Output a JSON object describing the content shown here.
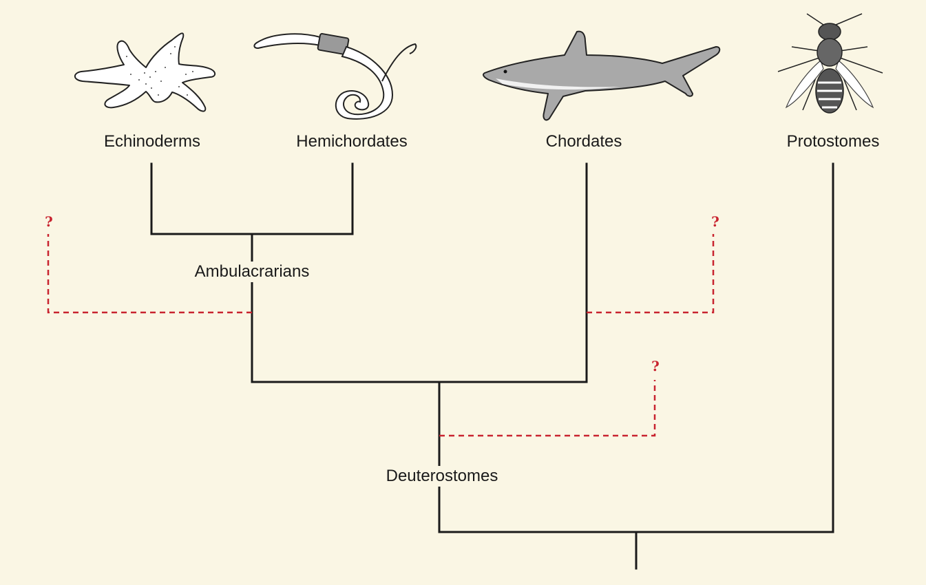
{
  "taxa": {
    "echinoderms": "Echinoderms",
    "hemichordates": "Hemichordates",
    "chordates": "Chordates",
    "protostomes": "Protostomes"
  },
  "clades": {
    "ambulacrarians": "Ambulacrarians",
    "deuterostomes": "Deuterostomes"
  },
  "uncertain_branch_marker": "?",
  "colors": {
    "background": "#faf6e4",
    "tree_line": "#1a1a1a",
    "uncertain_branch": "#c8232f"
  },
  "icons": [
    "starfish-icon",
    "acorn-worm-icon",
    "shark-icon",
    "wasp-icon"
  ]
}
